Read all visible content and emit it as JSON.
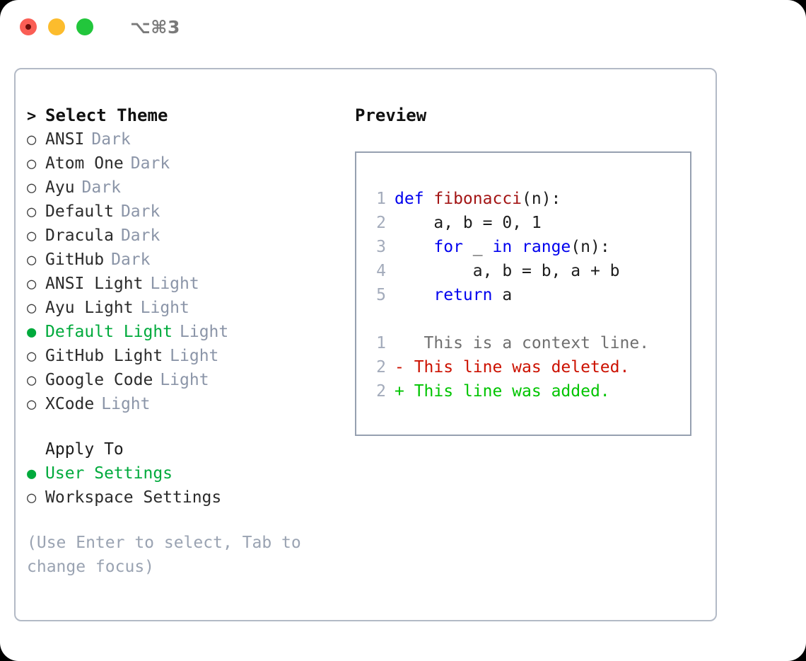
{
  "window": {
    "title": "⌥⌘3",
    "traffic_lights": [
      "close-red",
      "minimize-yellow",
      "maximize-green"
    ]
  },
  "left_panel": {
    "header_prefix": ">",
    "header_label": "Select Theme",
    "themes": [
      {
        "bullet": "○",
        "name": "ANSI",
        "tag": "Dark",
        "selected": false
      },
      {
        "bullet": "○",
        "name": "Atom One",
        "tag": "Dark",
        "selected": false
      },
      {
        "bullet": "○",
        "name": "Ayu",
        "tag": "Dark",
        "selected": false
      },
      {
        "bullet": "○",
        "name": "Default",
        "tag": "Dark",
        "selected": false
      },
      {
        "bullet": "○",
        "name": "Dracula",
        "tag": "Dark",
        "selected": false
      },
      {
        "bullet": "○",
        "name": "GitHub",
        "tag": "Dark",
        "selected": false
      },
      {
        "bullet": "○",
        "name": "ANSI Light",
        "tag": "Light",
        "selected": false
      },
      {
        "bullet": "○",
        "name": "Ayu Light",
        "tag": "Light",
        "selected": false
      },
      {
        "bullet": "●",
        "name": "Default Light",
        "tag": "Light",
        "selected": true
      },
      {
        "bullet": "○",
        "name": "GitHub Light",
        "tag": "Light",
        "selected": false
      },
      {
        "bullet": "○",
        "name": "Google Code",
        "tag": "Light",
        "selected": false
      },
      {
        "bullet": "○",
        "name": "XCode",
        "tag": "Light",
        "selected": false
      }
    ],
    "apply_to": {
      "header_label": "Apply To",
      "options": [
        {
          "bullet": "●",
          "label": "User Settings",
          "selected": true
        },
        {
          "bullet": "○",
          "label": "Workspace Settings",
          "selected": false
        }
      ]
    },
    "hint_line_1": "(Use Enter to select, Tab to",
    "hint_line_2": "change focus)"
  },
  "right_panel": {
    "heading": "Preview",
    "code_lines": [
      {
        "no": "1",
        "tokens": [
          {
            "t": "def ",
            "c": "kw"
          },
          {
            "t": "fibonacci",
            "c": "fnname"
          },
          {
            "t": "(n):",
            "c": "plain"
          }
        ]
      },
      {
        "no": "2",
        "tokens": [
          {
            "t": "    a, b = 0, 1",
            "c": "plain"
          }
        ]
      },
      {
        "no": "3",
        "tokens": [
          {
            "t": "    ",
            "c": "plain"
          },
          {
            "t": "for",
            "c": "kw"
          },
          {
            "t": " _ ",
            "c": "plain"
          },
          {
            "t": "in",
            "c": "kw"
          },
          {
            "t": " ",
            "c": "plain"
          },
          {
            "t": "range",
            "c": "kw"
          },
          {
            "t": "(n):",
            "c": "plain"
          }
        ]
      },
      {
        "no": "4",
        "tokens": [
          {
            "t": "        a, b = b, a + b",
            "c": "plain"
          }
        ]
      },
      {
        "no": "5",
        "tokens": [
          {
            "t": "    ",
            "c": "plain"
          },
          {
            "t": "return",
            "c": "kw"
          },
          {
            "t": " a",
            "c": "plain"
          }
        ]
      }
    ],
    "diff_lines": [
      {
        "no": "1",
        "marker": " ",
        "text": "  This is a context line.",
        "kind": "context"
      },
      {
        "no": "2",
        "marker": "-",
        "text": " This line was deleted.",
        "kind": "del"
      },
      {
        "no": "2",
        "marker": "+",
        "text": " This line was added.",
        "kind": "add"
      }
    ]
  },
  "colors": {
    "accent_green": "#00aa3c",
    "keyword_blue": "#0000ee",
    "function_red": "#a31515",
    "diff_del_red": "#cc1100",
    "diff_add_green": "#00c400",
    "muted_gray": "#8b95a8",
    "panel_border": "#b3bac6",
    "preview_border": "#96a0b0"
  }
}
